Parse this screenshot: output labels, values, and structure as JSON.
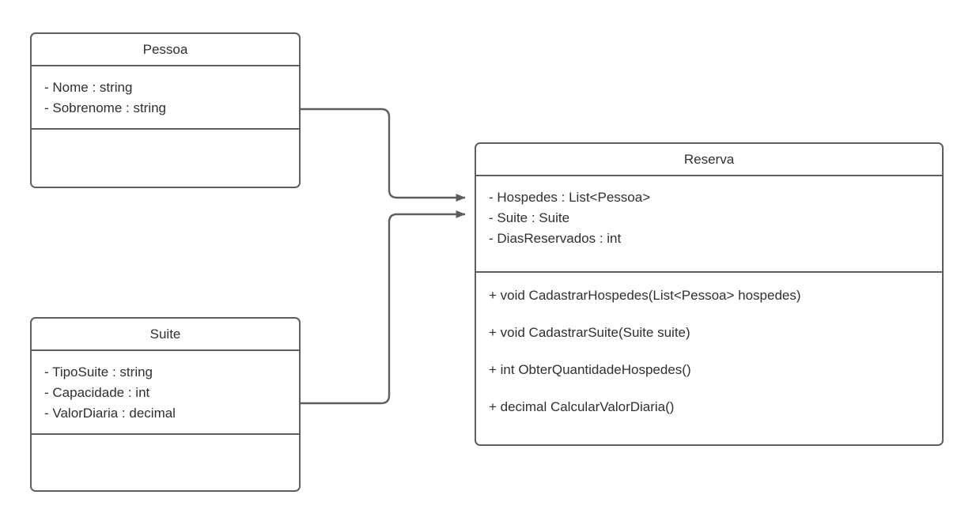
{
  "diagram": {
    "type": "uml-class-diagram",
    "stroke_color": "#5e5e5e",
    "text_color": "#2f2f2f",
    "background": "#ffffff"
  },
  "classes": {
    "pessoa": {
      "name": "Pessoa",
      "attributes": [
        "- Nome : string",
        "- Sobrenome : string"
      ],
      "operations": []
    },
    "suite": {
      "name": "Suite",
      "attributes": [
        "- TipoSuite : string",
        "- Capacidade : int",
        "- ValorDiaria : decimal"
      ],
      "operations": []
    },
    "reserva": {
      "name": "Reserva",
      "attributes": [
        "- Hospedes : List<Pessoa>",
        "- Suite : Suite",
        "- DiasReservados : int"
      ],
      "operations": [
        "+ void CadastrarHospedes(List<Pessoa> hospedes)",
        "+ void CadastrarSuite(Suite suite)",
        "+ int ObterQuantidadeHospedes()",
        "+ decimal CalcularValorDiaria()"
      ]
    }
  },
  "relationships": [
    {
      "from": "Pessoa",
      "to": "Reserva",
      "arrow": "open-directed-association"
    },
    {
      "from": "Suite",
      "to": "Reserva",
      "arrow": "open-directed-association"
    }
  ]
}
